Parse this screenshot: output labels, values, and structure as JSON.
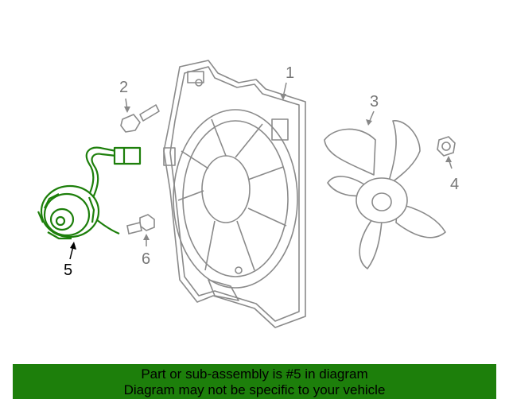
{
  "diagram": {
    "callouts": {
      "c1": "1",
      "c2": "2",
      "c3": "3",
      "c4": "4",
      "c5": "5",
      "c6": "6"
    },
    "highlight_part": "5",
    "colors": {
      "highlight": "#1d7f0b",
      "linework": "#888888",
      "banner": "#1d7f0b"
    }
  },
  "banner": {
    "line1": "Part or sub-assembly is #5 in diagram",
    "line2": "Diagram may not be specific to your vehicle"
  }
}
